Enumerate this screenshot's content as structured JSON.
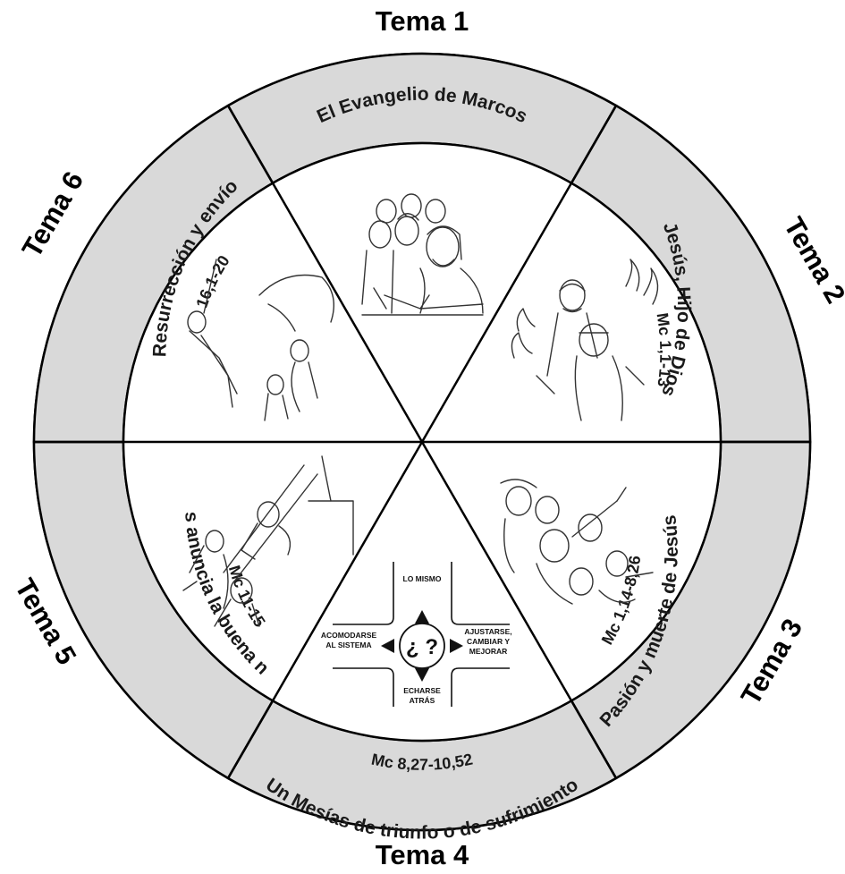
{
  "temas": [
    {
      "tema_label": "Tema 1",
      "title": "El Evangelio de Marcos",
      "reference": "",
      "image": "evangelist-writing-with-disciples-illustration"
    },
    {
      "tema_label": "Tema 2",
      "title": "Jesús, Hijo de Dios",
      "reference": "Mc 1,1-13",
      "image": "jesus-in-desert-with-flames-illustration"
    },
    {
      "tema_label": "Tema 3",
      "title": "Pasión y muerte de Jesús",
      "reference": "Mc 1,14-8,26",
      "image": "crowd-of-people-illustration"
    },
    {
      "tema_label": "Tema 4",
      "title": "Un Mesías de triunfo o de sufrimiento",
      "reference": "Mc 8,27-10,52",
      "image": "crossroads-compass-illustration",
      "crossroads": {
        "center": "¿ ?",
        "top": "LO MISMO",
        "left_line1": "ACOMODARSE",
        "left_line2": "AL SISTEMA",
        "right_line1": "AJUSTARSE,",
        "right_line2": "CAMBIAR Y",
        "right_line3": "MEJORAR",
        "bottom_line1": "ECHARSE",
        "bottom_line2": "ATRÁS"
      }
    },
    {
      "tema_label": "Tema 5",
      "title": "Jesús anuncia la buena nueva",
      "reference": "Mc 11-15",
      "image": "crucifixion-illustration"
    },
    {
      "tema_label": "Tema 6",
      "title": "Resurrección y envío",
      "reference": "16,1-20",
      "image": "resurrection-ascension-illustration"
    }
  ],
  "colors": {
    "ring_fill": "#d9d9d9",
    "line": "#000000",
    "inner_fill": "#ffffff"
  }
}
